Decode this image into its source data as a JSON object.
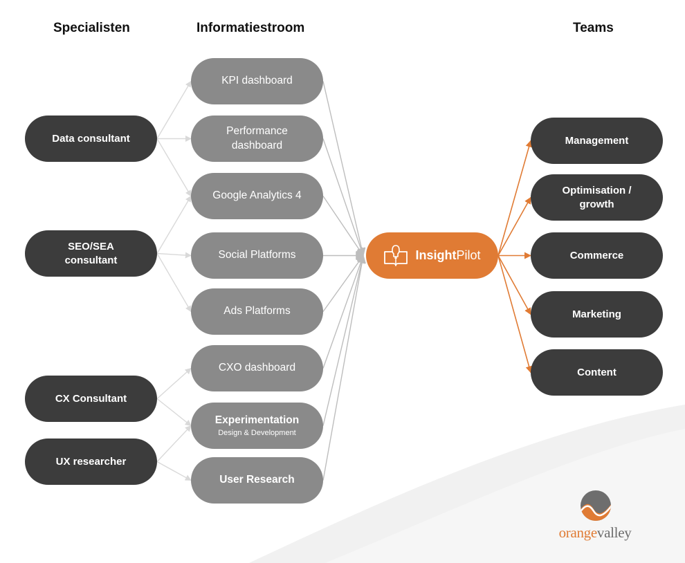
{
  "headers": {
    "specialists": "Specialisten",
    "information_flow": "Informatiestroom",
    "teams": "Teams"
  },
  "specialists": [
    {
      "id": "data",
      "label": "Data consultant"
    },
    {
      "id": "seo",
      "label": "SEO/SEA consultant"
    },
    {
      "id": "cx",
      "label": "CX Consultant"
    },
    {
      "id": "ux",
      "label": "UX researcher"
    }
  ],
  "sources": [
    {
      "id": "kpi",
      "label": "KPI dashboard",
      "sub": ""
    },
    {
      "id": "perf",
      "label": "Performance dashboard",
      "sub": ""
    },
    {
      "id": "ga4",
      "label": "Google Analytics 4",
      "sub": ""
    },
    {
      "id": "social",
      "label": "Social Platforms",
      "sub": ""
    },
    {
      "id": "ads",
      "label": "Ads Platforms",
      "sub": ""
    },
    {
      "id": "cxo",
      "label": "CXO dashboard",
      "sub": ""
    },
    {
      "id": "exp",
      "label": "Experimentation",
      "sub": "Design & Development"
    },
    {
      "id": "ur",
      "label": "User Research",
      "sub": ""
    }
  ],
  "hub": {
    "label_bold": "Insight",
    "label_regular": "Pilot",
    "icon": "lightbulb-book-icon"
  },
  "teams": [
    {
      "id": "mgmt",
      "label": "Management"
    },
    {
      "id": "opt",
      "label": "Optimisation / growth"
    },
    {
      "id": "comm",
      "label": "Commerce"
    },
    {
      "id": "mkt",
      "label": "Marketing"
    },
    {
      "id": "cont",
      "label": "Content"
    }
  ],
  "edges_specialist_to_source": [
    [
      "data",
      "kpi"
    ],
    [
      "data",
      "perf"
    ],
    [
      "data",
      "ga4"
    ],
    [
      "seo",
      "ga4"
    ],
    [
      "seo",
      "social"
    ],
    [
      "seo",
      "ads"
    ],
    [
      "cx",
      "cxo"
    ],
    [
      "cx",
      "exp"
    ],
    [
      "ux",
      "exp"
    ],
    [
      "ux",
      "ur"
    ]
  ],
  "logo": {
    "text_orange": "orange",
    "text_grey": "valley"
  },
  "colors": {
    "dark_pill": "#3c3c3c",
    "grey_pill": "#8a8a8a",
    "hub": "#e07b34",
    "light_arrow": "#d9d9d9",
    "source_arrow": "#bdbdbd",
    "team_arrow": "#e07b34"
  }
}
